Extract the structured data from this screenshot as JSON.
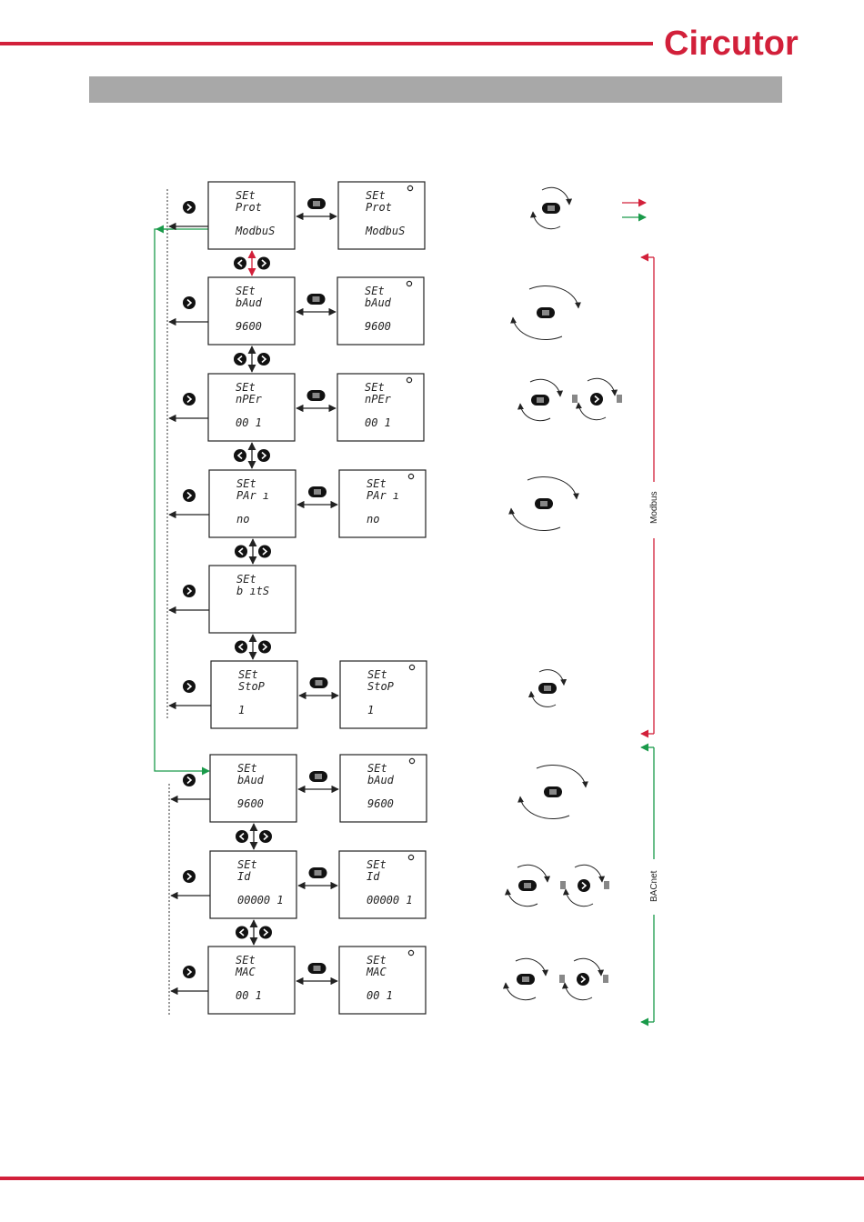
{
  "brand": {
    "logo_text": "Circutor",
    "accent": "#d2203a",
    "green": "#1a9a4a",
    "gray_bar": "#a8a8a8"
  },
  "group_labels": {
    "modbus": "Modbus",
    "bacnet": "BACnet"
  },
  "icons": {
    "next": "chevron-right-icon",
    "prev": "chevron-left-icon",
    "menu": "menu-button-icon",
    "edit": "edit-mode-icon"
  },
  "screens": [
    {
      "id": "prot",
      "l1": "SEt",
      "l2": "Prot",
      "val": "ModbuS",
      "edit": {
        "l1": "SEt",
        "l2": "Prot",
        "val": "ModbuS"
      }
    },
    {
      "id": "baud",
      "l1": "SEt",
      "l2": "bAud",
      "val": "9600",
      "edit": {
        "l1": "SEt",
        "l2": "bAud",
        "val": "9600"
      }
    },
    {
      "id": "nper",
      "l1": "SEt",
      "l2": "nPEr",
      "val": "00 1",
      "edit": {
        "l1": "SEt",
        "l2": "nPEr",
        "val": "00 1"
      }
    },
    {
      "id": "pari",
      "l1": "SEt",
      "l2": "PAr ı",
      "val": "no",
      "edit": {
        "l1": "SEt",
        "l2": "PAr ı",
        "val": "no"
      }
    },
    {
      "id": "bits",
      "l1": "SEt",
      "l2": "b ıtS",
      "val": "",
      "edit": null
    },
    {
      "id": "stop",
      "l1": "SEt",
      "l2": "StoP",
      "val": "1",
      "edit": {
        "l1": "SEt",
        "l2": "StoP",
        "val": "1"
      }
    },
    {
      "id": "bbaud",
      "l1": "SEt",
      "l2": "bAud",
      "val": "9600",
      "edit": {
        "l1": "SEt",
        "l2": "bAud",
        "val": "9600"
      }
    },
    {
      "id": "id",
      "l1": "SEt",
      "l2": "Id",
      "val": "00000 1",
      "edit": {
        "l1": "SEt",
        "l2": "Id",
        "val": "00000 1"
      }
    },
    {
      "id": "mac",
      "l1": "SEt",
      "l2": "MAC",
      "val": "00 1",
      "edit": {
        "l1": "SEt",
        "l2": "MAC",
        "val": "00 1"
      }
    }
  ]
}
